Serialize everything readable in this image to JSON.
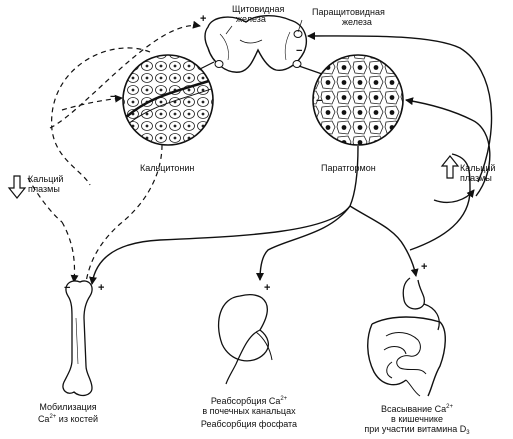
{
  "labels": {
    "thyroid": "Щитовидная железа",
    "thyroid_line1": "Щитовидная",
    "thyroid_line2": "железа",
    "parathyroid_line1": "Паращитовидная",
    "parathyroid_line2": "железа",
    "calcitonin": "Кальцитонин",
    "parathormone": "Паратгормон",
    "plasma_ca_left_line1": "Кальций",
    "plasma_ca_left_line2": "плазмы",
    "plasma_ca_right_line1": "Кальций",
    "plasma_ca_right_line2": "плазмы",
    "bone_line1": "Мобилизация",
    "bone_line2_pre": "Ca",
    "bone_line2_sup": "2+",
    "bone_line2_post": " из костей",
    "kidney_line1_pre": "Реабсорбция Ca",
    "kidney_line1_sup": "2+",
    "kidney_line2": "в почечных канальцах",
    "kidney_line3": "Реабсорбция фосфата",
    "intestine_line1_pre": "Всасывание Ca",
    "intestine_line1_sup": "2+",
    "intestine_line2": "в кишечнике",
    "intestine_line3_pre": "при участии витамина D",
    "intestine_line3_sub": "3"
  },
  "signs": {
    "plus": "+",
    "minus": "−"
  },
  "colors": {
    "line": "#111111",
    "background": "#ffffff"
  }
}
